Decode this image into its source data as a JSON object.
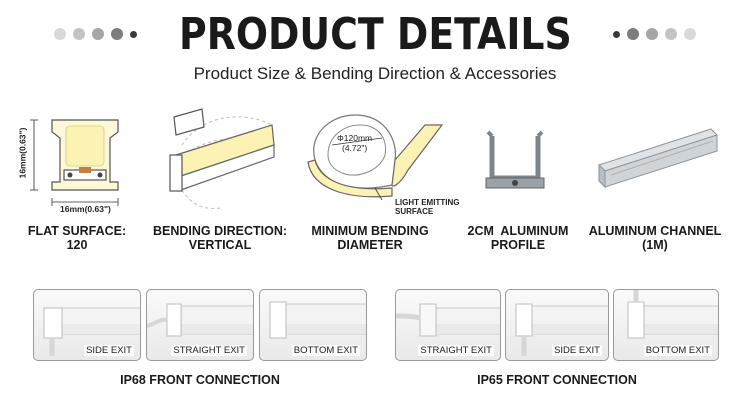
{
  "header": {
    "title": "PRODUCT DETAILS",
    "subtitle": "Product Size & Bending Direction & Accessories",
    "dot_colors_left": [
      "#d9d9d9",
      "#c4c4c4",
      "#a6a6a6",
      "#7d7d7d",
      "#3a3a3a"
    ],
    "dot_colors_right": [
      "#3a3a3a",
      "#7d7d7d",
      "#a6a6a6",
      "#c4c4c4",
      "#d9d9d9"
    ]
  },
  "specs": [
    {
      "line1": "FLAT SURFACE:",
      "line2": "120"
    },
    {
      "line1": "BENDING DIRECTION:",
      "line2": "VERTICAL"
    },
    {
      "line1": "MINIMUM BENDING",
      "line2": "DIAMETER"
    },
    {
      "line1": "2CM  ALUMINUM",
      "line2": "PROFILE"
    },
    {
      "line1": "ALUMINUM CHANNEL",
      "line2": "(1M)"
    }
  ],
  "dimensions": {
    "height_label": "16mm(0.63\")",
    "width_label": "16mm(0.63\")",
    "diameter_mm": "Φ120mm",
    "diameter_in": "(4.72\")",
    "emitting_label_line1": "LIGHT EMITTING",
    "emitting_label_line2": "SURFACE"
  },
  "ip68": {
    "title": "IP68 FRONT CONNECTION",
    "photos": [
      "SIDE EXIT",
      "STRAIGHT EXIT",
      "BOTTOM EXIT"
    ]
  },
  "ip65": {
    "title": "IP65 FRONT CONNECTION",
    "photos": [
      "STRAIGHT EXIT",
      "SIDE EXIT",
      "BOTTOM EXIT"
    ]
  },
  "colors": {
    "emitting_yellow": "#fbf2b4",
    "profile_grey": "#9aa2a8",
    "text": "#1a1a1a"
  }
}
